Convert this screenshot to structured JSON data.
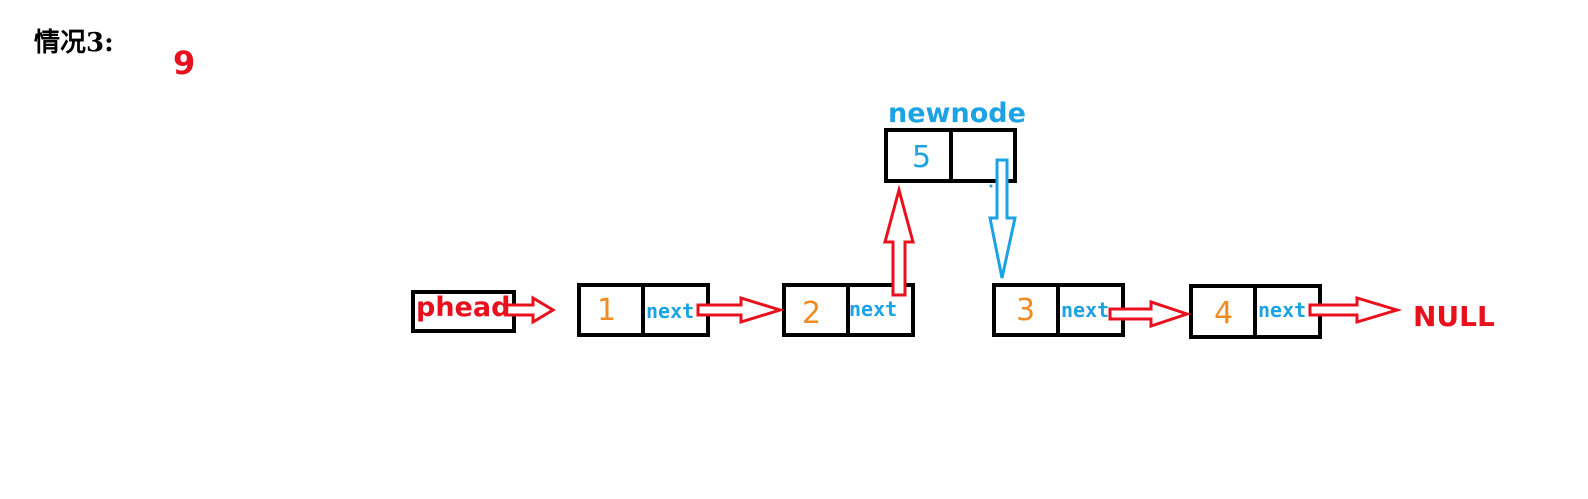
{
  "title": "情况3:",
  "note": "9",
  "head_label": "phead",
  "new_node": {
    "label": "newnode",
    "value": "5"
  },
  "nodes": [
    {
      "value": "1",
      "next": "next"
    },
    {
      "value": "2",
      "next": "next"
    },
    {
      "value": "3",
      "next": "next"
    },
    {
      "value": "4",
      "next": "next"
    }
  ],
  "terminator": "NULL",
  "colors": {
    "accent_red": "#e8101c",
    "accent_blue": "#1ba3e4",
    "value_orange": "#f08b24",
    "border": "#000000"
  }
}
